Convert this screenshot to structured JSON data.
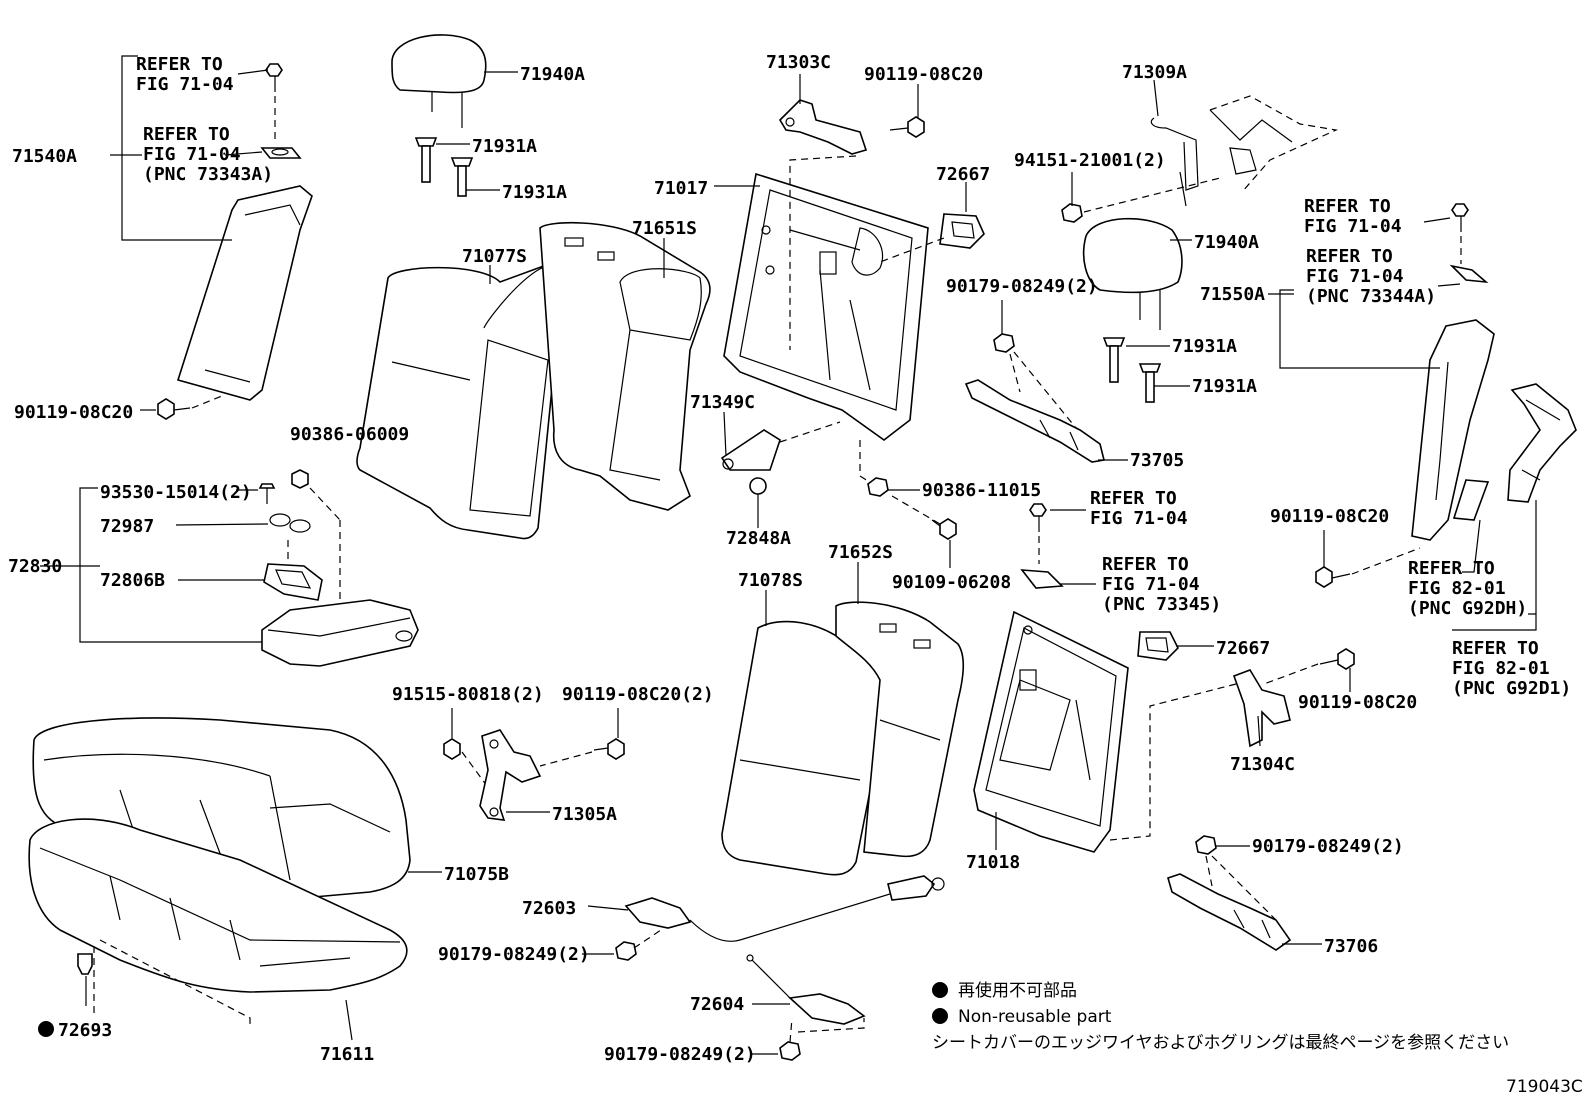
{
  "diagram": {
    "labels": {
      "p71940A_1": "71940A",
      "p71931A_1": "71931A",
      "p71931A_2": "71931A",
      "p71540A": "71540A",
      "p90119_08C20_a": "90119-08C20",
      "p71303C": "71303C",
      "p90119_08C20_b": "90119-08C20",
      "p71017": "71017",
      "p72667_1": "72667",
      "p71651S": "71651S",
      "p71077S": "71077S",
      "p71309A": "71309A",
      "p94151": "94151-21001(2)",
      "p71940A_2": "71940A",
      "p90179_08249_a": "90179-08249(2)",
      "p71931A_3": "71931A",
      "p71931A_4": "71931A",
      "p73705": "73705",
      "p71550A": "71550A",
      "p71349C": "71349C",
      "p72848A": "72848A",
      "p90386_11015": "90386-11015",
      "p90109_06208": "90109-06208",
      "p90386_06009": "90386-06009",
      "p93530": "93530-15014(2)",
      "p72987": "72987",
      "p72830": "72830",
      "p72806B": "72806B",
      "p71078S": "71078S",
      "p71652S": "71652S",
      "p72667_2": "72667",
      "p90119_08C20_c": "90119-08C20",
      "p90119_08C20_d": "90119-08C20",
      "p71304C": "71304C",
      "p91515": "91515-80818(2)",
      "p90119_08C20_2": "90119-08C20(2)",
      "p71305A": "71305A",
      "p71075B": "71075B",
      "p71018": "71018",
      "p90179_08249_b": "90179-08249(2)",
      "p73706": "73706",
      "p72603": "72603",
      "p90179_08249_c": "90179-08249(2)",
      "p72604": "72604",
      "p90179_08249_d": "90179-08249(2)",
      "p72693": "72693",
      "p71611": "71611"
    },
    "refs": {
      "r1_l1": "REFER TO",
      "r1_l2": "FIG 71-04",
      "r2_l1": "REFER TO",
      "r2_l2": "FIG 71-04",
      "r2_l3": "(PNC 73343A)",
      "r3_l1": "REFER TO",
      "r3_l2": "FIG 71-04",
      "r4_l1": "REFER TO",
      "r4_l2": "FIG 71-04",
      "r4_l3": "(PNC 73344A)",
      "r5_l1": "REFER TO",
      "r5_l2": "FIG 71-04",
      "r6_l1": "REFER TO",
      "r6_l2": "FIG 71-04",
      "r6_l3": "(PNC 73345)",
      "r7_l1": "REFER TO",
      "r7_l2": "FIG 82-01",
      "r7_l3": "(PNC G92DH)",
      "r8_l1": "REFER TO",
      "r8_l2": "FIG 82-01",
      "r8_l3": "(PNC G92D1)"
    },
    "legend": {
      "jp_nonreusable": "再使用不可部品",
      "en_nonreusable": "Non-reusable part",
      "jp_note": "シートカバーのエッジワイヤおよびホグリングは最終ページを参照ください"
    },
    "figure_id": "719043C"
  }
}
